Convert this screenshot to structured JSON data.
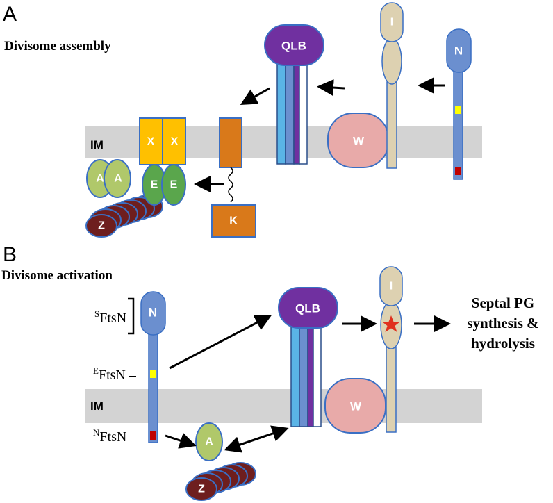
{
  "panel_a": {
    "letter": "A",
    "title": "Divisome assembly",
    "membrane_label": "IM",
    "proteins": {
      "qlb": "QLB",
      "i": "I",
      "n": "N",
      "w": "W",
      "x1": "X",
      "x2": "X",
      "e1": "E",
      "e2": "E",
      "a1": "A",
      "a2": "A",
      "z": "Z",
      "k": "K"
    }
  },
  "panel_b": {
    "letter": "B",
    "title": "Divisome activation",
    "membrane_label": "IM",
    "proteins": {
      "n": "N",
      "qlb": "QLB",
      "i": "I",
      "w": "W",
      "a": "A",
      "z": "Z"
    },
    "domain_labels": {
      "s_sup": "S",
      "s_text": "FtsN",
      "e_sup": "E",
      "e_text": "FtsN –",
      "n_sup": "N",
      "n_text": "FtsN –"
    },
    "outcome": [
      "Septal PG",
      "synthesis &",
      "hydrolysis"
    ]
  },
  "colors": {
    "membrane": "#d3d3d3",
    "qlb": "#7030a0",
    "ftsn": "#6b8fcf",
    "ftsi": "#ddd1b1",
    "ftsw": "#e8aaa9",
    "ftsx": "#ffc000",
    "ftse": "#5aa64c",
    "ftsa": "#b0c86a",
    "ftsz": "#6e1e1e",
    "ftsk": "#d9791a",
    "star": "#e0301e",
    "yellow_domain": "#ffff00",
    "red_domain": "#c00000"
  }
}
